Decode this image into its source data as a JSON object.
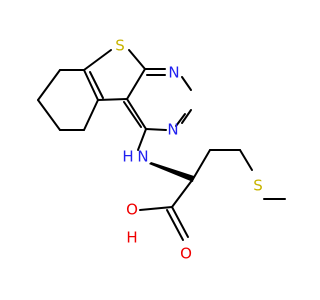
{
  "atoms": {
    "sulfur_ring": "S",
    "nitrogen_ring_top": "N",
    "nitrogen_ring_bottom": "N",
    "amine_n": "N",
    "amine_h": "H",
    "thioether_s": "S",
    "hydroxyl_o": "O",
    "hydroxyl_h": "H",
    "carbonyl_o": "O"
  },
  "colors": {
    "bond": "#000000",
    "sulfur": "#c8b400",
    "nitrogen": "#2020f0",
    "oxygen": "#f00000"
  }
}
